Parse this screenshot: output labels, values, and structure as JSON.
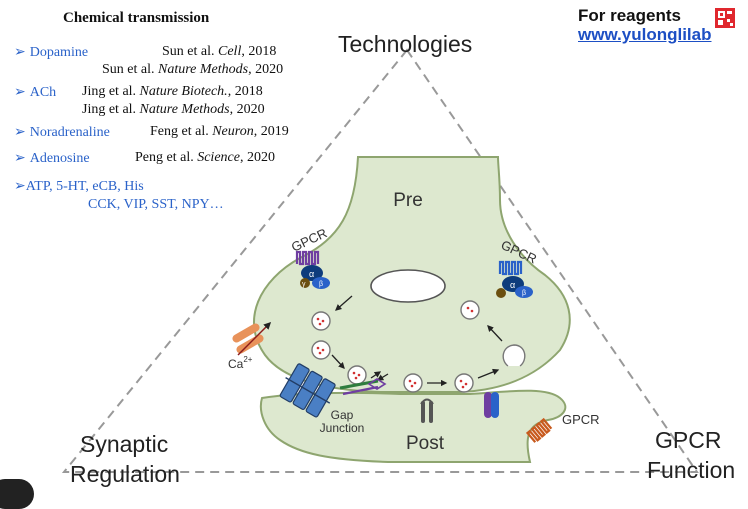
{
  "title": "Chemical transmission",
  "references": [
    {
      "name": "Dopamine",
      "cite1": "Sun et al. ",
      "journal1": "Cell",
      "year1": ", 2018",
      "cite2": "Sun et al. ",
      "journal2": "Nature Methods",
      "year2": ", 2020"
    },
    {
      "name": "ACh",
      "cite1": "Jing et al. ",
      "journal1": "Nature Biotech.",
      "year1": ", 2018",
      "cite2": "Jing et al. ",
      "journal2": "Nature Methods",
      "year2": ", 2020"
    },
    {
      "name": "Noradrenaline",
      "cite1": "Feng et al. ",
      "journal1": "Neuron",
      "year1": ", 2019"
    },
    {
      "name": "Adenosine",
      "cite1": "Peng et al. ",
      "journal1": "Science",
      "year1": ", 2020"
    }
  ],
  "more_transmitters": {
    "line1": "ATP, 5-HT, eCB, His",
    "line2": "CCK, VIP, SST, NPY…"
  },
  "reagents": {
    "label": "For reagents",
    "url": "www.yulonglilab"
  },
  "corners": {
    "top": "Technologies",
    "left_line1": "Synaptic",
    "left_line2": "Regulation",
    "right_line1": "GPCR",
    "right_line2": "Function"
  },
  "diagram_labels": {
    "pre": "Pre",
    "post": "Post",
    "gpcr_left": "GPCR",
    "gpcr_right": "GPCR",
    "gpcr_post": "GPCR",
    "alpha": "α",
    "beta": "β",
    "gamma": "γ",
    "calcium": "Ca",
    "calcium_charge": "2+",
    "gap_line1": "Gap",
    "gap_line2": "Junction"
  },
  "colors": {
    "cell_fill": "#dde8cf",
    "cell_stroke": "#8ea56f",
    "accent_blue": "#2a62c9",
    "link_blue": "#1d4fc4",
    "qr_red": "#e0282e"
  }
}
